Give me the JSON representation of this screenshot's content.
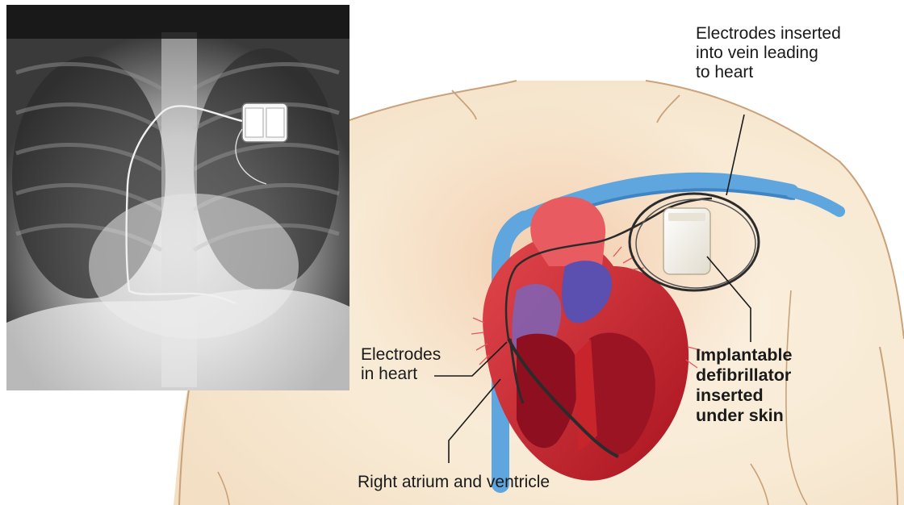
{
  "labels": {
    "vein_electrodes": "Electrodes inserted\ninto vein leading\nto heart",
    "heart_electrodes": "Electrodes\nin heart",
    "defibrillator": "Implantable\ndefibrillator\ninserted\nunder skin",
    "right_atrium": "Right atrium and ventricle"
  },
  "colors": {
    "skin": "#f9ecd8",
    "body_outline": "#c9a27a",
    "vein_blue": "#6aaee0",
    "heart_red": "#c8242c",
    "heart_dark": "#8e1020",
    "device": "#f3efe6",
    "xray_dark": "#1a1a1a"
  }
}
